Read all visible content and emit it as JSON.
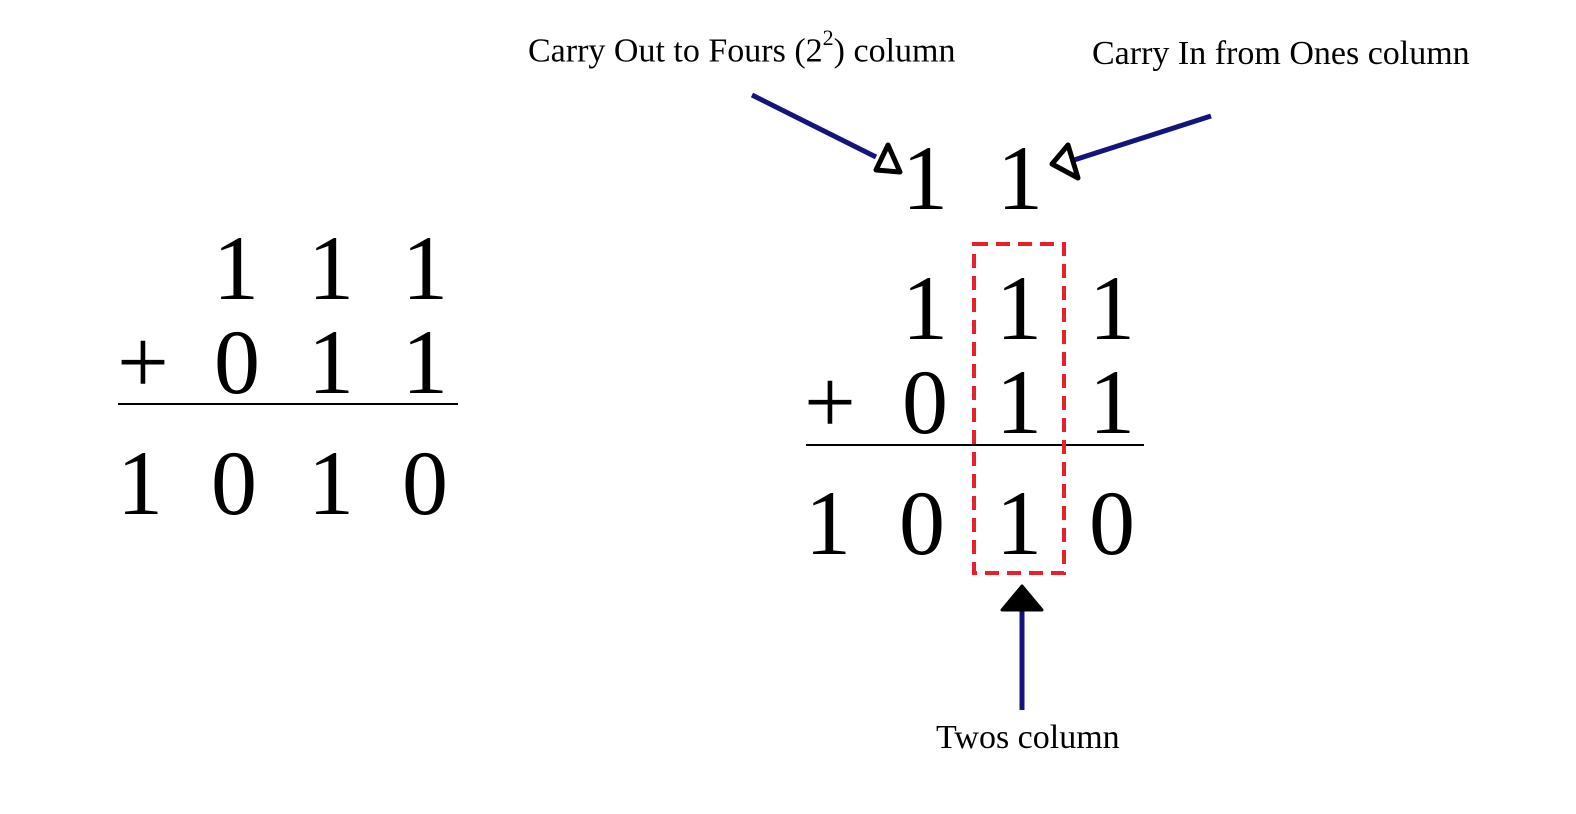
{
  "left_problem": {
    "top_row": [
      "1",
      "1",
      "1"
    ],
    "operator": "+",
    "second_row": [
      "0",
      "1",
      "1"
    ],
    "result": [
      "1",
      "0",
      "1",
      "0"
    ]
  },
  "right_problem": {
    "carries": [
      "1",
      "1"
    ],
    "top_row": [
      "1",
      "1",
      "1"
    ],
    "operator": "+",
    "second_row": [
      "0",
      "1",
      "1"
    ],
    "result": [
      "1",
      "0",
      "1",
      "0"
    ]
  },
  "annotations": {
    "carry_out_prefix": "Carry Out to Fours (2",
    "carry_out_exponent": "2",
    "carry_out_suffix": ") column",
    "carry_in": "Carry In from Ones column",
    "twos_column": "Twos column"
  },
  "colors": {
    "arrow": "#14147a",
    "highlight_box": "#e8202a",
    "text": "#000000"
  }
}
